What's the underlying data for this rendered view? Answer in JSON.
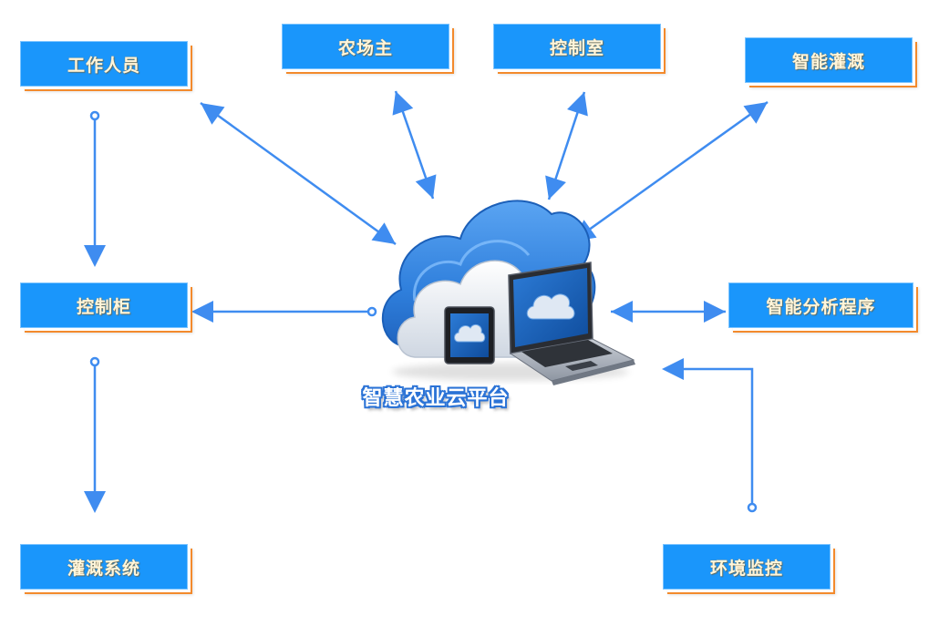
{
  "diagram": {
    "title": "智慧农业云平台",
    "center": {
      "label": "智慧农业云平台"
    },
    "nodes": [
      {
        "id": "staff",
        "label": "工作人员"
      },
      {
        "id": "farm_owner",
        "label": "农场主"
      },
      {
        "id": "control_room",
        "label": "控制室"
      },
      {
        "id": "smart_irrigation",
        "label": "智能灌溉"
      },
      {
        "id": "control_cabinet",
        "label": "控制柜"
      },
      {
        "id": "smart_analysis",
        "label": "智能分析程序"
      },
      {
        "id": "irrigation_system",
        "label": "灌溉系统"
      },
      {
        "id": "env_monitoring",
        "label": "环境监控"
      }
    ],
    "edges": [
      {
        "from": "staff",
        "to": "platform",
        "direction": "bidirectional"
      },
      {
        "from": "farm_owner",
        "to": "platform",
        "direction": "bidirectional"
      },
      {
        "from": "control_room",
        "to": "platform",
        "direction": "bidirectional"
      },
      {
        "from": "smart_irrigation",
        "to": "platform",
        "direction": "bidirectional"
      },
      {
        "from": "smart_analysis",
        "to": "platform",
        "direction": "bidirectional"
      },
      {
        "from": "platform",
        "to": "control_cabinet",
        "direction": "one-way"
      },
      {
        "from": "staff",
        "to": "control_cabinet",
        "direction": "one-way"
      },
      {
        "from": "control_cabinet",
        "to": "irrigation_system",
        "direction": "one-way"
      },
      {
        "from": "env_monitoring",
        "to": "platform",
        "direction": "one-way"
      }
    ],
    "colors": {
      "node_fill": "#1a96fb",
      "node_shadow": "#f38a2c",
      "node_text": "#fff6dc",
      "arrow": "#3f8cf0",
      "cloud_blue": "#3a86e0",
      "cloud_white": "#e8edf3"
    }
  }
}
